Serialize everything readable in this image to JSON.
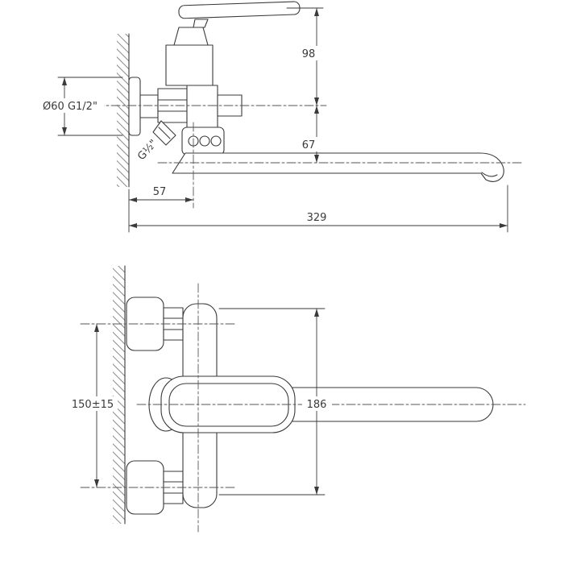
{
  "drawing": {
    "kind": "faucet-technical-drawing",
    "line_color": "#3a3a3a",
    "background": "#ffffff"
  },
  "dims": {
    "d98": "98",
    "d67": "67",
    "flange": "Ø60 G1/2\"",
    "outlet": "G½\"",
    "d57": "57",
    "d329": "329",
    "centers": "150±15",
    "d186": "186"
  }
}
